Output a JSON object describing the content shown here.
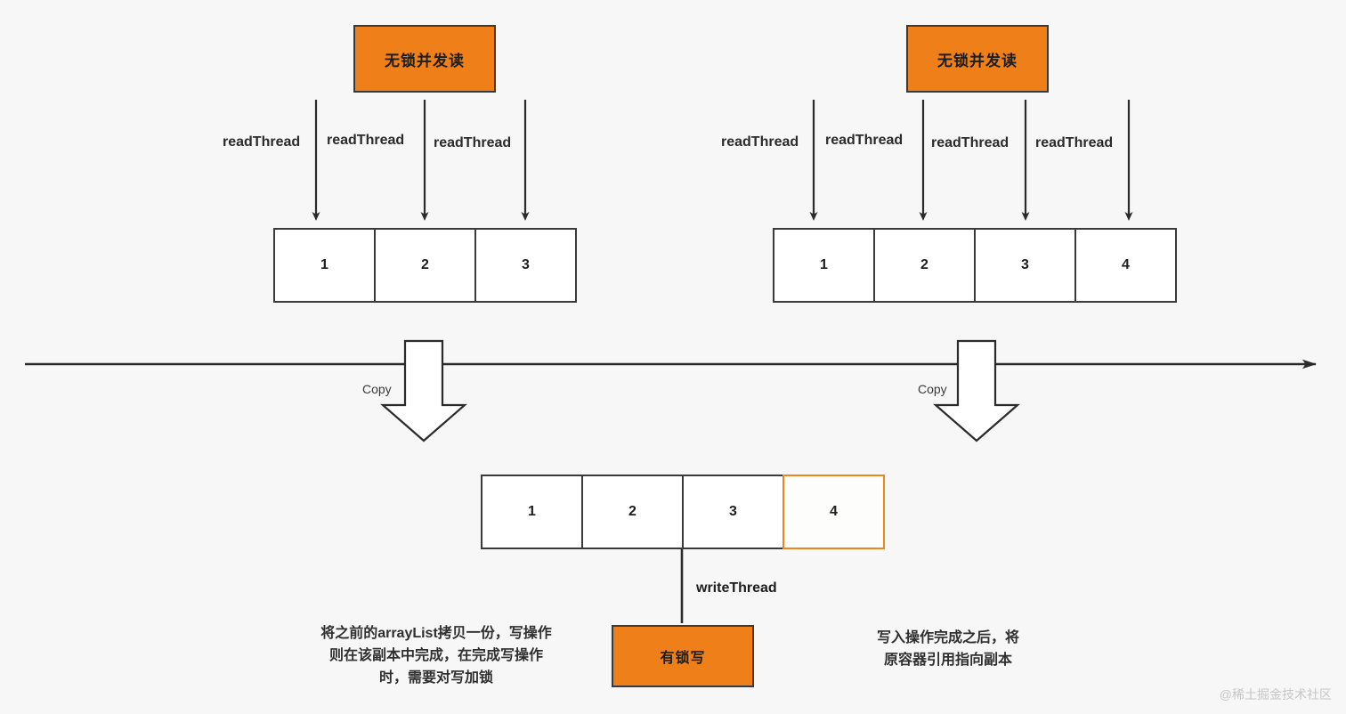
{
  "background": "#f7f7f7",
  "accent_orange": "#ef7f18",
  "highlight_orange": "#f08519",
  "stroke": "#3a3a3a",
  "read_left": {
    "box_label": "无锁并发读",
    "threads": [
      "readThread",
      "readThread",
      "readThread"
    ],
    "array": [
      "1",
      "2",
      "3"
    ]
  },
  "read_right": {
    "box_label": "无锁并发读",
    "threads": [
      "readThread",
      "readThread",
      "readThread",
      "readThread"
    ],
    "array": [
      "1",
      "2",
      "3",
      "4"
    ]
  },
  "timeline": {
    "copy_left_label": "Copy",
    "copy_right_label": "Copy"
  },
  "copy_array": {
    "cells": [
      "1",
      "2",
      "3",
      "4"
    ],
    "highlight_index": 3
  },
  "write": {
    "thread_label": "writeThread",
    "box_label": "有锁写"
  },
  "captions": {
    "left": "将之前的arrayList拷贝一份，写操作\n则在该副本中完成，在完成写操作\n时，需要对写加锁",
    "right": "写入操作完成之后，将\n原容器引用指向副本"
  },
  "watermark": "@稀土掘金技术社区"
}
